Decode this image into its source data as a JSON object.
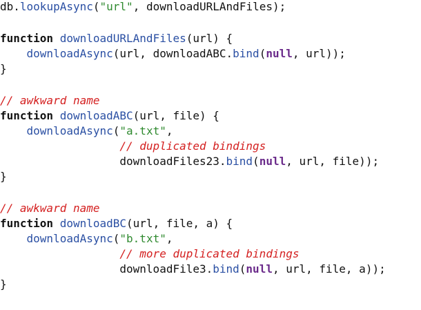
{
  "lines": [
    [
      {
        "t": "pl",
        "v": "db."
      },
      {
        "t": "fn",
        "v": "lookupAsync"
      },
      {
        "t": "pl",
        "v": "("
      },
      {
        "t": "str",
        "v": "\"url\""
      },
      {
        "t": "pl",
        "v": ", downloadURLAndFiles);"
      }
    ],
    [],
    [
      {
        "t": "kw",
        "v": "function"
      },
      {
        "t": "pl",
        "v": " "
      },
      {
        "t": "fn",
        "v": "downloadURLAndFiles"
      },
      {
        "t": "pl",
        "v": "(url) {"
      }
    ],
    [
      {
        "t": "pl",
        "v": "    "
      },
      {
        "t": "fn",
        "v": "downloadAsync"
      },
      {
        "t": "pl",
        "v": "(url, downloadABC."
      },
      {
        "t": "fn",
        "v": "bind"
      },
      {
        "t": "pl",
        "v": "("
      },
      {
        "t": "nul",
        "v": "null"
      },
      {
        "t": "pl",
        "v": ", url));"
      }
    ],
    [
      {
        "t": "pl",
        "v": "}"
      }
    ],
    [],
    [
      {
        "t": "cm",
        "v": "// awkward name"
      }
    ],
    [
      {
        "t": "kw",
        "v": "function"
      },
      {
        "t": "pl",
        "v": " "
      },
      {
        "t": "fn",
        "v": "downloadABC"
      },
      {
        "t": "pl",
        "v": "(url, file) {"
      }
    ],
    [
      {
        "t": "pl",
        "v": "    "
      },
      {
        "t": "fn",
        "v": "downloadAsync"
      },
      {
        "t": "pl",
        "v": "("
      },
      {
        "t": "str",
        "v": "\"a.txt\""
      },
      {
        "t": "pl",
        "v": ","
      }
    ],
    [
      {
        "t": "pl",
        "v": "                  "
      },
      {
        "t": "cm",
        "v": "// duplicated bindings"
      }
    ],
    [
      {
        "t": "pl",
        "v": "                  downloadFiles23."
      },
      {
        "t": "fn",
        "v": "bind"
      },
      {
        "t": "pl",
        "v": "("
      },
      {
        "t": "nul",
        "v": "null"
      },
      {
        "t": "pl",
        "v": ", url, file));"
      }
    ],
    [
      {
        "t": "pl",
        "v": "}"
      }
    ],
    [],
    [
      {
        "t": "cm",
        "v": "// awkward name"
      }
    ],
    [
      {
        "t": "kw",
        "v": "function"
      },
      {
        "t": "pl",
        "v": " "
      },
      {
        "t": "fn",
        "v": "downloadBC"
      },
      {
        "t": "pl",
        "v": "(url, file, a) {"
      }
    ],
    [
      {
        "t": "pl",
        "v": "    "
      },
      {
        "t": "fn",
        "v": "downloadAsync"
      },
      {
        "t": "pl",
        "v": "("
      },
      {
        "t": "str",
        "v": "\"b.txt\""
      },
      {
        "t": "pl",
        "v": ","
      }
    ],
    [
      {
        "t": "pl",
        "v": "                  "
      },
      {
        "t": "cm",
        "v": "// more duplicated bindings"
      }
    ],
    [
      {
        "t": "pl",
        "v": "                  downloadFile3."
      },
      {
        "t": "fn",
        "v": "bind"
      },
      {
        "t": "pl",
        "v": "("
      },
      {
        "t": "nul",
        "v": "null"
      },
      {
        "t": "pl",
        "v": ", url, file, a));"
      }
    ],
    [
      {
        "t": "pl",
        "v": "}"
      }
    ]
  ],
  "colors": {
    "keyword": "#111111",
    "function": "#2a4fa3",
    "string": "#2f8a2f",
    "comment": "#d42020",
    "null": "#6a2a8a",
    "plain": "#111111",
    "background": "#ffffff"
  }
}
